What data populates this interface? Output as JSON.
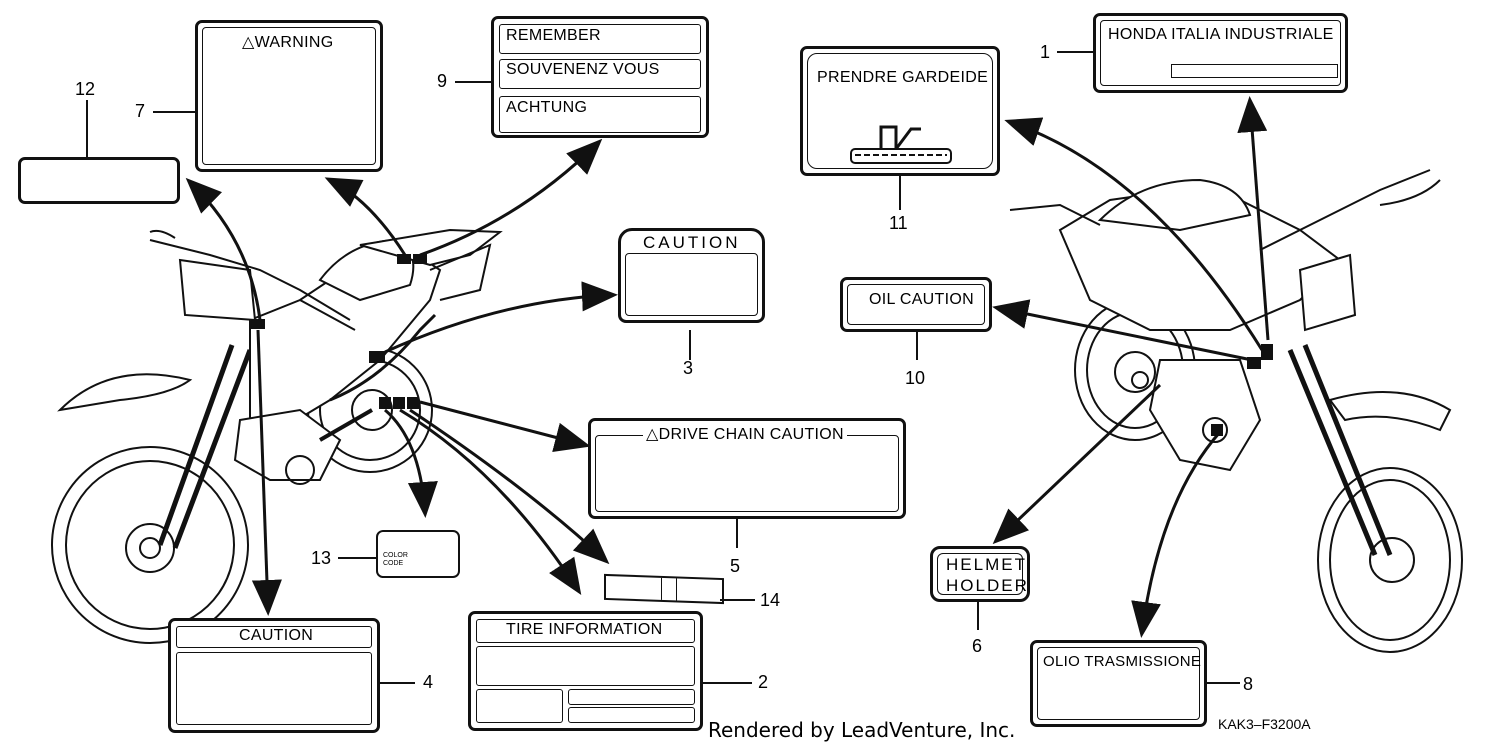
{
  "labels": {
    "warning": "△WARNING",
    "remember": "REMEMBER",
    "souvenenz": "SOUVENENZ VOUS",
    "achtung": "ACHTUNG",
    "prendre": "PRENDRE GARDEIDE",
    "honda": "HONDA ITALIA INDUSTRIALE",
    "caution_top": "CAUTION",
    "oil_caution": "OIL CAUTION",
    "drive_chain": "△DRIVE CHAIN CAUTION",
    "color_code_1": "COLOR",
    "color_code_2": "CODE",
    "caution_bottom": "CAUTION",
    "tire_info": "TIRE INFORMATION",
    "helmet_1": "HELMET",
    "helmet_2": "HOLDER",
    "olio": "OLIO TRASMISSIONE"
  },
  "callouts": [
    "1",
    "2",
    "3",
    "4",
    "5",
    "6",
    "7",
    "8",
    "9",
    "10",
    "11",
    "12",
    "13",
    "14"
  ],
  "footer": {
    "credit": "Rendered by LeadVenture, Inc.",
    "diagram_code": "KAK3–F3200A"
  }
}
